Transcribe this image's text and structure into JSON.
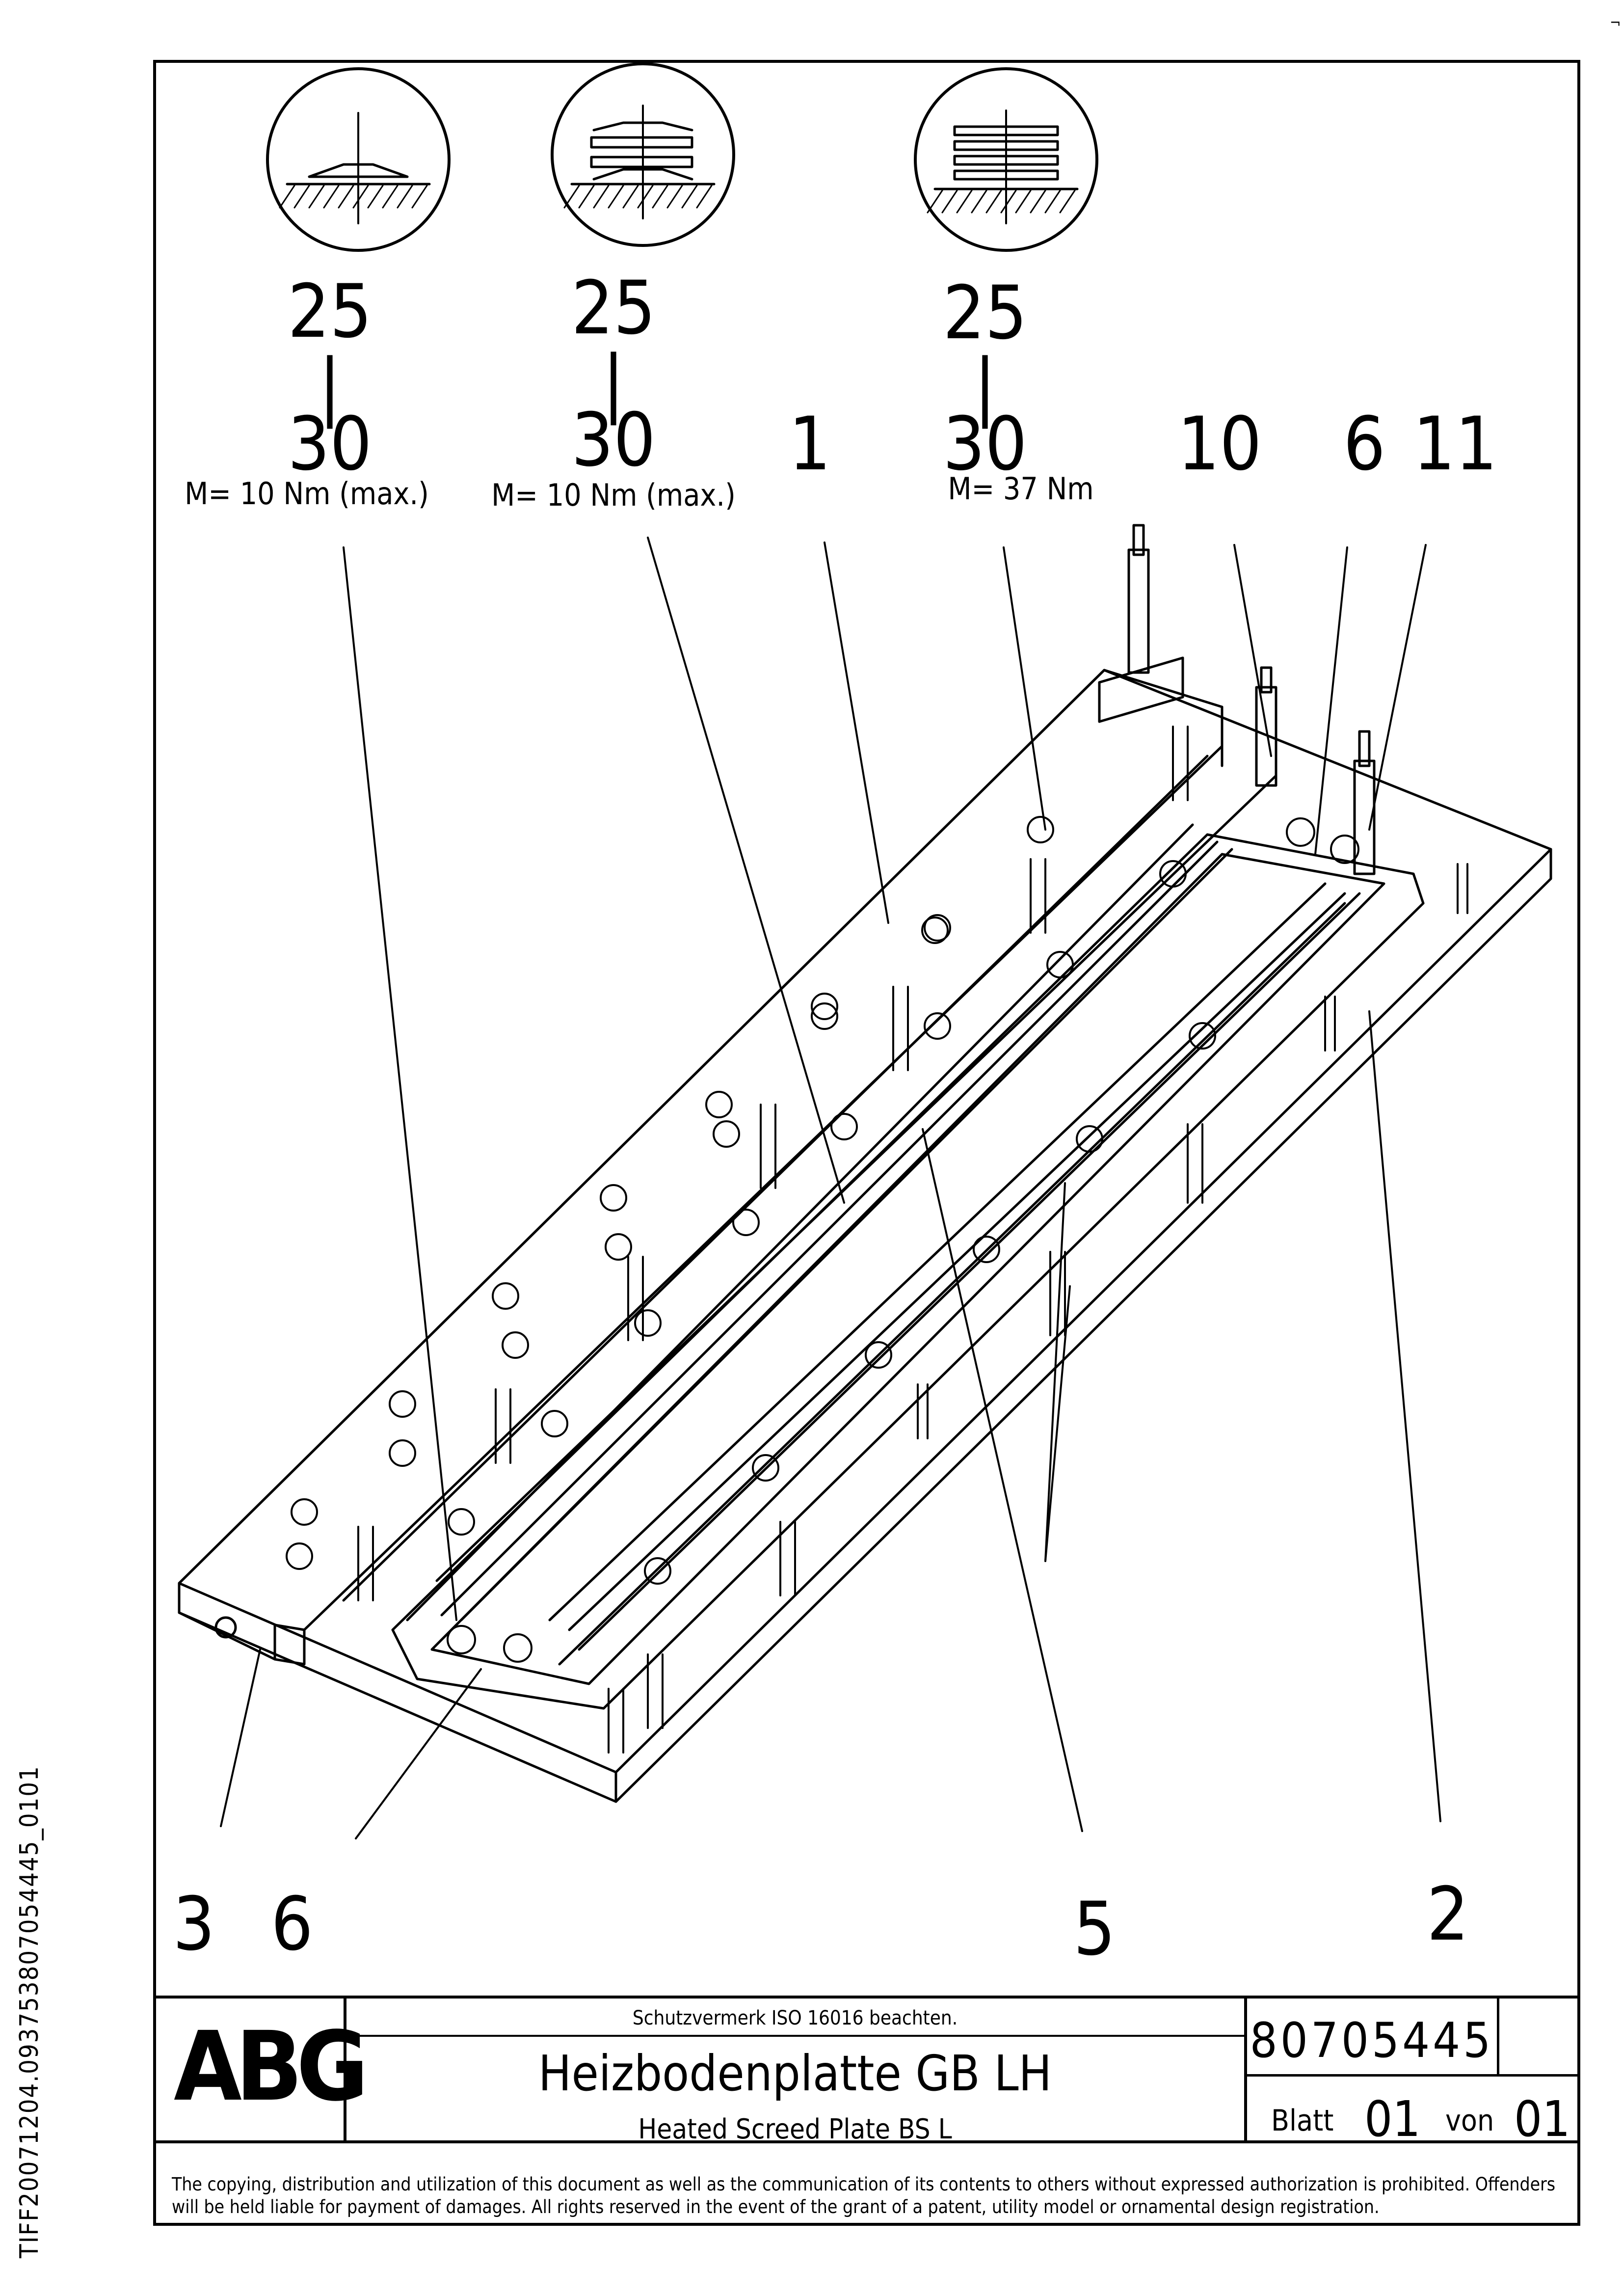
{
  "drawing": {
    "washer_details": [
      {
        "range_top": "25",
        "range_sep": "|",
        "range_bottom": "30",
        "torque": "M= 10 Nm (max.)"
      },
      {
        "range_top": "25",
        "range_sep": "|",
        "range_bottom": "30",
        "torque": "M= 10 Nm (max.)"
      },
      {
        "range_top": "25",
        "range_sep": "|",
        "range_bottom": "30",
        "torque": "M= 37 Nm"
      }
    ],
    "callouts_top": [
      "1",
      "10",
      "6",
      "11"
    ],
    "callouts_bottom": [
      "3",
      "6",
      "5",
      "2"
    ]
  },
  "title_block": {
    "logo": "ABG",
    "notice": "Schutzvermerk ISO 16016 beachten.",
    "title_de": "Heizbodenplatte GB LH",
    "title_en": "Heated Screed Plate BS L",
    "document_number": "80705445",
    "sheet_label": "Blatt",
    "sheet_number": "01",
    "of_label": "von",
    "total_sheets": "01"
  },
  "copyright": "The copying, distribution and utilization of this document as well as the communication of its contents to others without expressed authorization is prohibited. Offenders will be held liable for payment of damages. All rights reserved in the event of the grant of a patent, utility model or ornamental design registration.",
  "margin_code": "TIFF20071204.093753807054445_0101",
  "corner_mark": "¬"
}
